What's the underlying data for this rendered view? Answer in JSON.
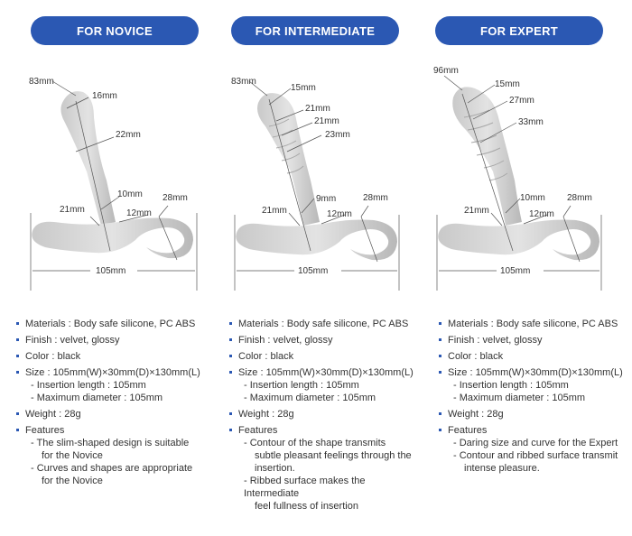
{
  "columns": [
    {
      "header": "FOR NOVICE",
      "dims": {
        "tip": "83mm",
        "top_w": "16mm",
        "mid_w": "22mm",
        "neck_w": "10mm",
        "base_left": "21mm",
        "base_mid": "12mm",
        "loop": "28mm",
        "width": "105mm"
      },
      "specs": {
        "materials": "Materials : Body safe silicone, PC ABS",
        "finish": "Finish : velvet, glossy",
        "color": "Color : black",
        "size": "Size : 105mm(W)×30mm(D)×130mm(L)",
        "insertion": "- Insertion length : 105mm",
        "max_diameter": "- Maximum diameter : 105mm",
        "weight": "Weight : 28g",
        "features_label": "Features",
        "features": [
          [
            "- The slim-shaped design is suitable",
            "for the Novice"
          ],
          [
            "- Curves and shapes are appropriate",
            "for the Novice"
          ]
        ]
      }
    },
    {
      "header": "FOR INTERMEDIATE",
      "dims": {
        "tip": "83mm",
        "top_w": "15mm",
        "w2": "21mm",
        "w3": "21mm",
        "w4": "23mm",
        "neck_w": "9mm",
        "base_left": "21mm",
        "base_mid": "12mm",
        "loop": "28mm",
        "width": "105mm"
      },
      "specs": {
        "materials": "Materials : Body safe silicone, PC ABS",
        "finish": "Finish : velvet, glossy",
        "color": "Color : black",
        "size": "Size : 105mm(W)×30mm(D)×130mm(L)",
        "insertion": "- Insertion length : 105mm",
        "max_diameter": "- Maximum diameter : 105mm",
        "weight": "Weight : 28g",
        "features_label": "Features",
        "features": [
          [
            "- Contour of the shape transmits",
            "subtle pleasant feelings through the",
            "insertion."
          ],
          [
            "- Ribbed surface makes the Intermediate",
            "feel fullness of insertion"
          ]
        ]
      }
    },
    {
      "header": "FOR EXPERT",
      "dims": {
        "tip": "96mm",
        "top_w": "15mm",
        "w2": "27mm",
        "w3": "33mm",
        "neck_w": "10mm",
        "base_left": "21mm",
        "base_mid": "12mm",
        "loop": "28mm",
        "width": "105mm"
      },
      "specs": {
        "materials": "Materials : Body safe silicone, PC ABS",
        "finish": "Finish : velvet, glossy",
        "color": "Color : black",
        "size": "Size : 105mm(W)×30mm(D)×130mm(L)",
        "insertion": "- Insertion length : 105mm",
        "max_diameter": "- Maximum diameter : 105mm",
        "weight": "Weight : 28g",
        "features_label": "Features",
        "features": [
          [
            "- Daring size and curve for the Expert"
          ],
          [
            "- Contour and ribbed surface transmit",
            "intense pleasure."
          ]
        ]
      }
    }
  ]
}
